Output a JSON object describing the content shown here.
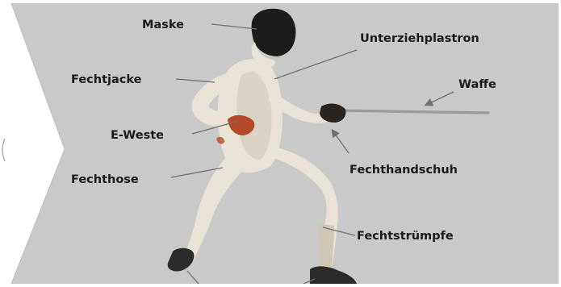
{
  "colors": {
    "panel": "#c9c9c9",
    "arrow_chevron": "#ffffff",
    "leader_line": "#6f6f6f",
    "label_text": "#1a1a1a",
    "suit": "#e9e2d6",
    "suit_shadow": "#cfc6b6",
    "mask": "#1b1d1b",
    "glove": "#2a2420",
    "eweste_patch": "#b54a2a",
    "shoe": "#2b2b2b",
    "blade": "#9a9a9a"
  },
  "diagram": {
    "labels": [
      {
        "id": "maske",
        "text": "Maske"
      },
      {
        "id": "unterziehplastron",
        "text": "Unterziehplastron"
      },
      {
        "id": "fechtjacke",
        "text": "Fechtjacke"
      },
      {
        "id": "waffe",
        "text": "Waffe"
      },
      {
        "id": "e-weste",
        "text": "E-Weste"
      },
      {
        "id": "fechthandschuh",
        "text": "Fechthandschuh"
      },
      {
        "id": "fechthose",
        "text": "Fechthose"
      },
      {
        "id": "fechtstruempfe",
        "text": "Fechtstrümpfe"
      }
    ]
  }
}
